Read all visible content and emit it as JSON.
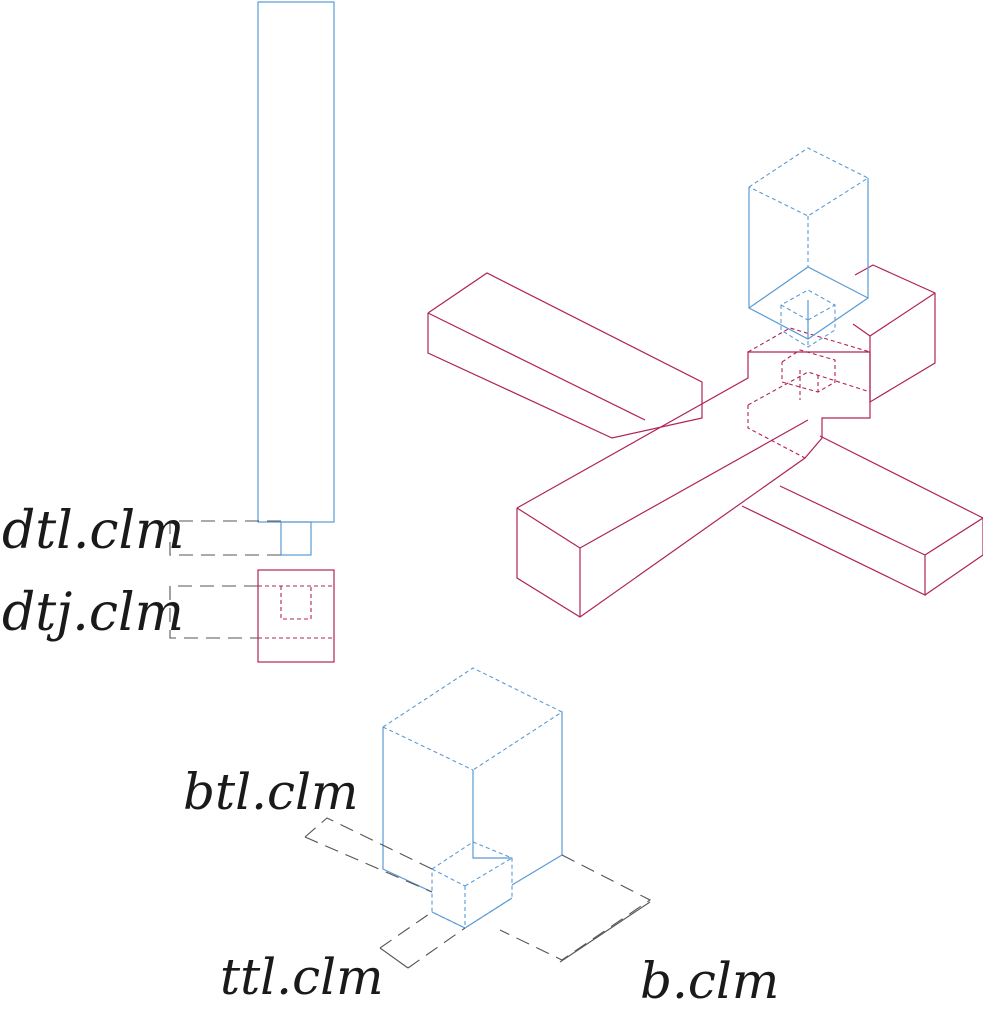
{
  "labels": {
    "dtl": "dtl.clm",
    "dtj": "dtj.clm",
    "btl": "btl.clm",
    "ttl": "ttl.clm",
    "b": "b.clm"
  },
  "colors": {
    "column": "#5b9bd5",
    "beam": "#b0235a",
    "leader": "#555555",
    "text": "#1a1a1a"
  }
}
